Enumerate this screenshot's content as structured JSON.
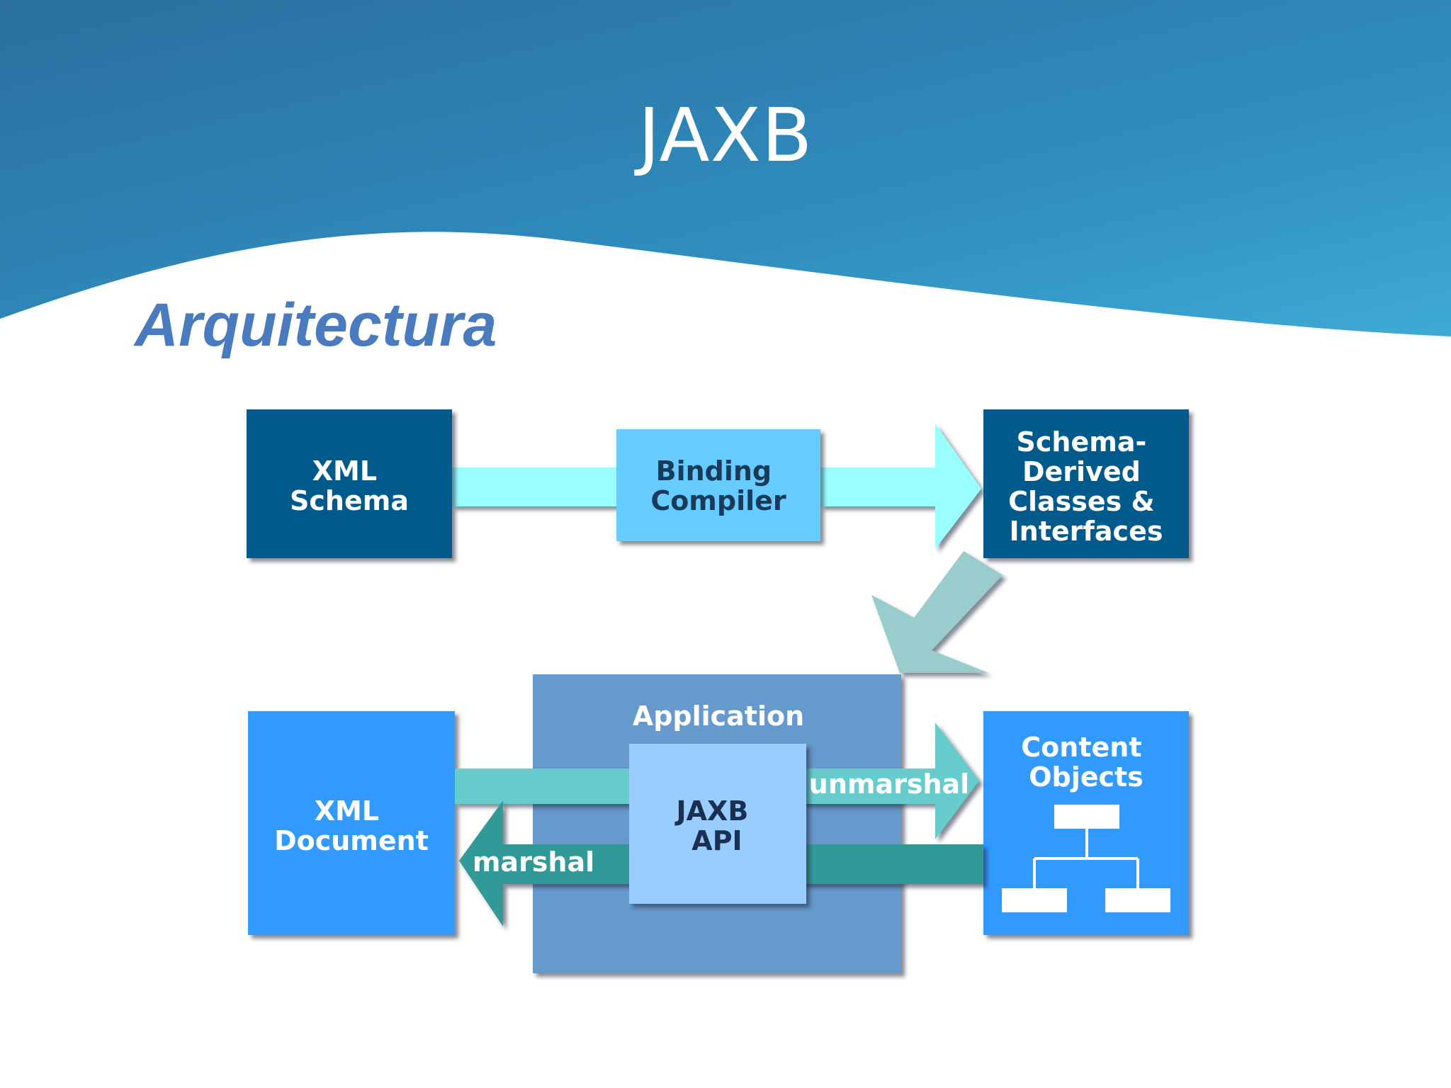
{
  "slide": {
    "title": "JAXB",
    "subtitle": "Arquitectura"
  },
  "diagram": {
    "xml_schema": [
      "XML",
      "Schema"
    ],
    "binding_compiler": [
      "Binding",
      "Compiler"
    ],
    "schema_derived": [
      "Schema-",
      "Derived",
      "Classes &",
      "Interfaces"
    ],
    "application": "Application",
    "jaxb_api": [
      "JAXB",
      "API"
    ],
    "xml_document": [
      "XML",
      "Document"
    ],
    "content_objects": [
      "Content",
      "Objects"
    ],
    "unmarshal": "unmarshal",
    "marshal": "marshal"
  },
  "colors": {
    "banner_top": "#2a78ab",
    "banner_bottom": "#3aa6d0",
    "dark_box": "#005a8c",
    "light_box": "#66ccff",
    "bright_box": "#3399ff",
    "application_box": "#6699cc",
    "api_box": "#99ccff",
    "cyan_arrow": "#99ffff",
    "teal_arrow": "#66cccc",
    "dark_teal_arrow": "#339999",
    "sage_arrow": "#99cccc",
    "subtitle": "#4a7bbf"
  }
}
